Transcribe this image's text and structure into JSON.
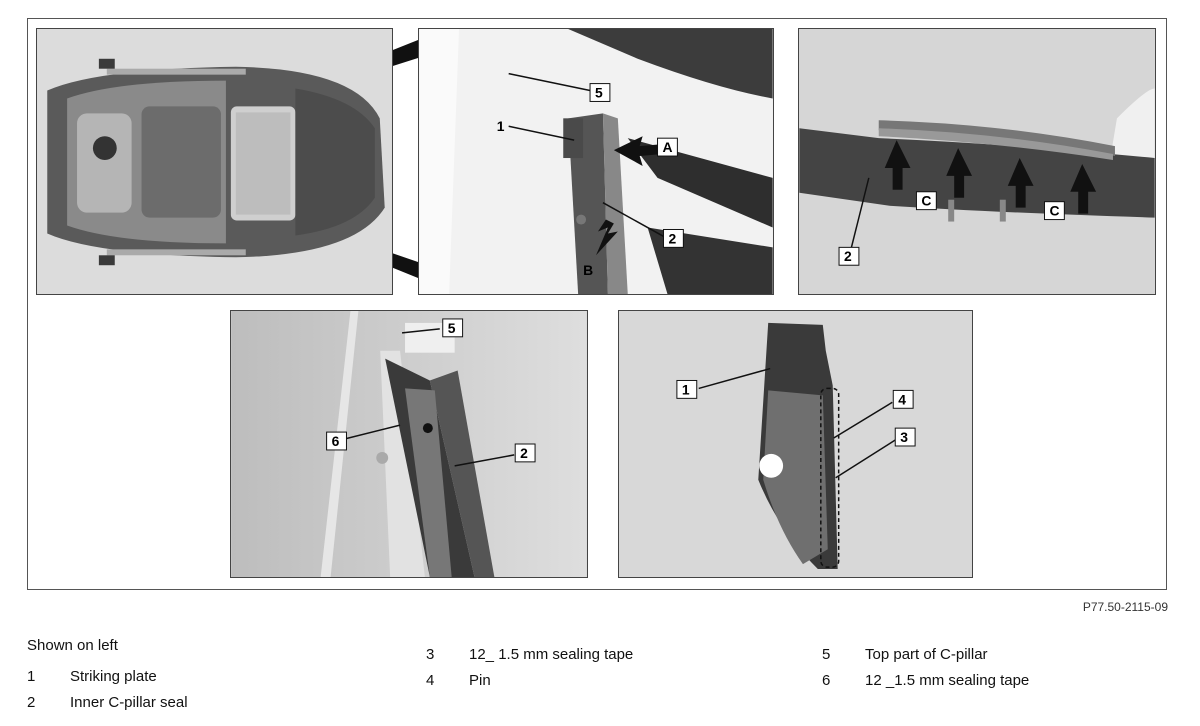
{
  "callouts": {
    "p2_5": "5",
    "p2_1": "1",
    "p2_A": "A",
    "p2_2": "2",
    "p2_B": "B",
    "p3_C1": "C",
    "p3_C2": "C",
    "p3_2": "2",
    "p4_5": "5",
    "p4_6": "6",
    "p4_2": "2",
    "p5_1": "1",
    "p5_4": "4",
    "p5_3": "3"
  },
  "figure_ref": "P77.50-2115-09",
  "legend": {
    "heading": "Shown on left",
    "items": [
      {
        "num": "1",
        "text": "Striking plate"
      },
      {
        "num": "2",
        "text": "Inner C-pillar seal"
      },
      {
        "num": "3",
        "text": "12_ 1.5 mm sealing tape"
      },
      {
        "num": "4",
        "text": "Pin"
      },
      {
        "num": "5",
        "text": "Top part of C-pillar"
      },
      {
        "num": "6",
        "text": "12 _1.5 mm sealing tape"
      }
    ]
  }
}
